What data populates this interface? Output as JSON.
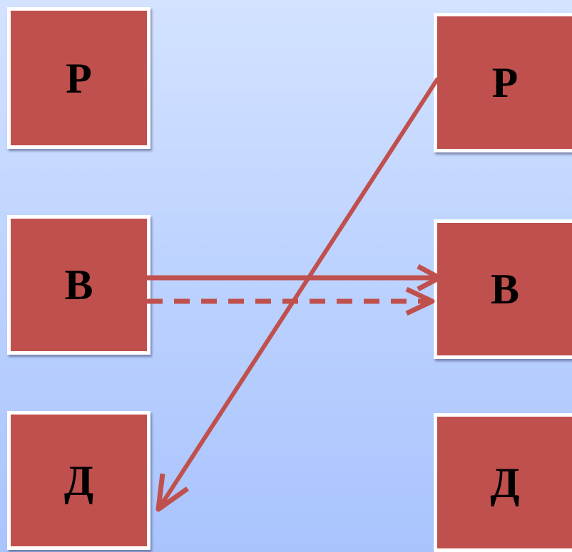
{
  "colors": {
    "box_fill": "#c0504d",
    "box_border": "#ffffff",
    "arrow": "#c0504d",
    "background_top": "#d3e2ff",
    "background_bottom": "#a9c4fd"
  },
  "left_column": {
    "top_label": "Р",
    "middle_label": "В",
    "bottom_label": "Д"
  },
  "right_column": {
    "top_label": "Р",
    "middle_label": "В",
    "bottom_label": "Д"
  }
}
